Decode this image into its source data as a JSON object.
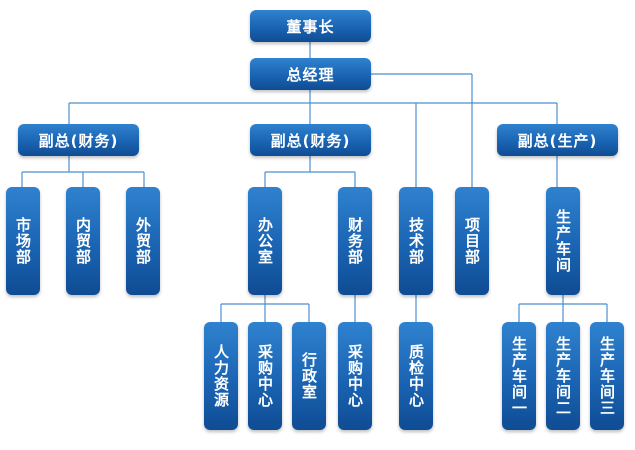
{
  "colors": {
    "node": "#1a64b3",
    "line": "#4d8fd1"
  },
  "org": {
    "chairman": "董事长",
    "gm": "总经理",
    "vp_left": "副总(财务)",
    "vp_mid": "副总(财务)",
    "vp_right": "副总(生产)",
    "market": "市场部",
    "domestic_trade": "内贸部",
    "foreign_trade": "外贸部",
    "office": "办公室",
    "finance": "财务部",
    "tech": "技术部",
    "project": "项目部",
    "production": "生产车间",
    "hr": "人力资源",
    "purchase_1": "采购中心",
    "admin": "行政室",
    "purchase_2": "采购中心",
    "qc": "质检中心",
    "workshop_1": "生产车间一",
    "workshop_2": "生产车间二",
    "workshop_3": "生产车间三"
  }
}
